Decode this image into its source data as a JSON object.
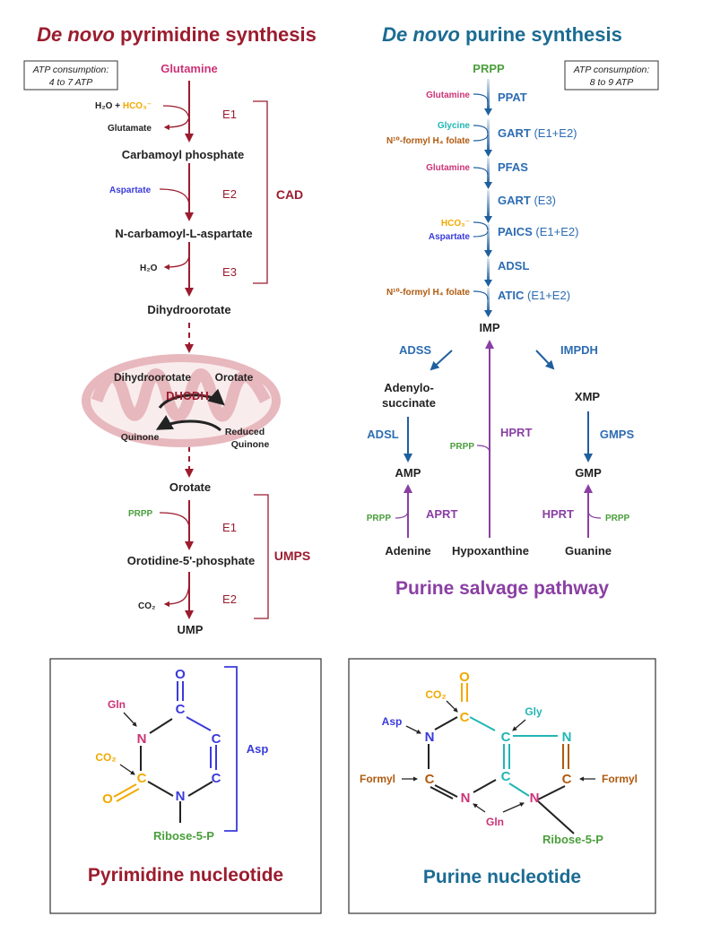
{
  "pyrimidine": {
    "title_italic": "De novo",
    "title_rest": " pyrimidine synthesis",
    "atp_line1": "ATP consumption:",
    "atp_line2": "4 to 7 ATP",
    "glutamine": "Glutamine",
    "h2o": "H₂O +",
    "hco3": "HCO₃⁻",
    "glutamate": "Glutamate",
    "e1": "E1",
    "carbamoyl_phosphate": "Carbamoyl phosphate",
    "aspartate": "Aspartate",
    "e2": "E2",
    "cad": "CAD",
    "n_carbamoyl": "N-carbamoyl-L-aspartate",
    "h2o_out": "H₂O",
    "e3": "E3",
    "dihydroorotate": "Dihydroorotate",
    "mito_dihydroorotate": "Dihydroorotate",
    "mito_orotate": "Orotate",
    "dhodh": "DHODH",
    "quinone": "Quinone",
    "reduced_quinone_1": "Reduced",
    "reduced_quinone_2": "Quinone",
    "orotate": "Orotate",
    "prpp": "PRPP",
    "umps_e1": "E1",
    "umps": "UMPS",
    "omp": "Orotidine-5'-phosphate",
    "co2": "CO₂",
    "umps_e2": "E2",
    "ump": "UMP"
  },
  "purine": {
    "title_italic": "De novo",
    "title_rest": " purine synthesis",
    "atp_line1": "ATP consumption:",
    "atp_line2": "8 to 9 ATP",
    "prpp": "PRPP",
    "steps": [
      {
        "substrates": [
          "Glutamine"
        ],
        "enzyme": "PPAT",
        "suffix": ""
      },
      {
        "substrates": [
          "Glycine",
          "N¹⁰-formyl H₄ folate"
        ],
        "enzyme": "GART",
        "suffix": " (E1+E2)"
      },
      {
        "substrates": [
          "Glutamine"
        ],
        "enzyme": "PFAS",
        "suffix": ""
      },
      {
        "substrates": [],
        "enzyme": "GART",
        "suffix": " (E3)"
      },
      {
        "substrates": [
          "HCO₃⁻",
          "Aspartate"
        ],
        "enzyme": "PAICS",
        "suffix": " (E1+E2)"
      },
      {
        "substrates": [],
        "enzyme": "ADSL",
        "suffix": ""
      },
      {
        "substrates": [
          "N¹⁰-formyl H₄ folate"
        ],
        "enzyme": "ATIC",
        "suffix": " (E1+E2)"
      }
    ],
    "imp": "IMP",
    "adss": "ADSS",
    "impdh": "IMPDH",
    "adenylo_1": "Adenylo-",
    "adenylo_2": "succinate",
    "xmp": "XMP",
    "adsl": "ADSL",
    "gmps": "GMPS",
    "amp": "AMP",
    "gmp": "GMP"
  },
  "salvage": {
    "title": "Purine salvage pathway",
    "prpp_mid": "PRPP",
    "hprt_mid": "HPRT",
    "prpp_left": "PRPP",
    "aprt": "APRT",
    "hprt_right": "HPRT",
    "prpp_right": "PRPP",
    "adenine": "Adenine",
    "hypoxanthine": "Hypoxanthine",
    "guanine": "Guanine"
  },
  "pyrimidine_nucleotide": {
    "title": "Pyrimidine nucleotide",
    "o_top": "O",
    "c_top": "C",
    "n_left": "N",
    "c_right_top": "C",
    "c_right_bottom": "C",
    "c_left_bottom": "C",
    "n_bottom": "N",
    "o_left": "O",
    "gln": "Gln",
    "co2": "CO₂",
    "asp": "Asp",
    "ribose": "Ribose-5-P"
  },
  "purine_nucleotide": {
    "title": "Purine nucleotide",
    "o_top": "O",
    "co2": "CO₂",
    "c6": "C",
    "gly": "Gly",
    "asp": "Asp",
    "n1": "N",
    "c5": "C",
    "n7": "N",
    "c4": "C",
    "formyl_left": "Formyl",
    "c2": "C",
    "n3": "N",
    "n9": "N",
    "c8": "C",
    "formyl_right": "Formyl",
    "gln": "Gln",
    "ribose": "Ribose-5-P"
  },
  "colors": {
    "dark_red": "#9b1c2e",
    "blue_title": "#1b6b93",
    "pink": "#cc3377",
    "orange": "#f2a900",
    "blue_violet": "#3a3adb",
    "green": "#4a9e3c",
    "steel_blue": "#2d6cb2",
    "purple": "#8a3fa3",
    "brown": "#b05a10",
    "teal": "#22b5b5",
    "mito": "#e7b8bd"
  }
}
